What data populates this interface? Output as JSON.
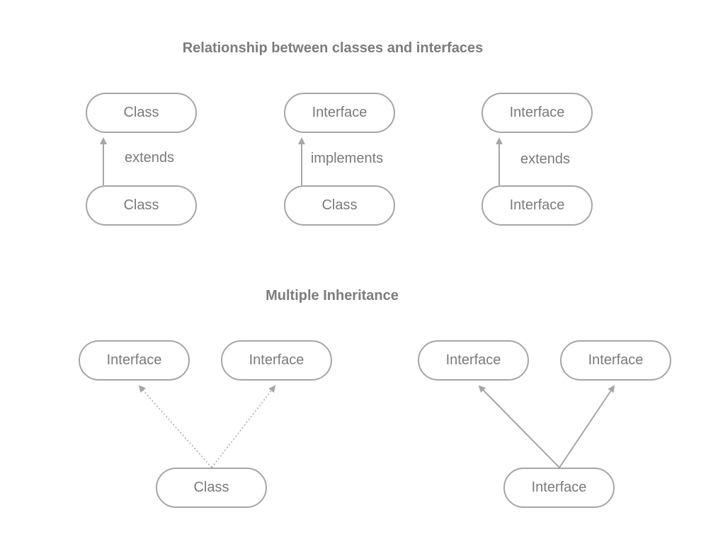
{
  "titles": {
    "relationship": "Relationship between classes and interfaces",
    "multiple": "Multiple Inheritance"
  },
  "relationship_examples": [
    {
      "parent": "Class",
      "child": "Class",
      "relation": "extends"
    },
    {
      "parent": "Interface",
      "child": "Class",
      "relation": "implements"
    },
    {
      "parent": "Interface",
      "child": "Interface",
      "relation": "extends"
    }
  ],
  "multiple_inheritance": [
    {
      "parents": [
        "Interface",
        "Interface"
      ],
      "child": "Class",
      "line_style": "dotted"
    },
    {
      "parents": [
        "Interface",
        "Interface"
      ],
      "child": "Interface",
      "line_style": "solid"
    }
  ],
  "colors": {
    "stroke": "#a6a6a6",
    "text": "#7a7a7a"
  }
}
